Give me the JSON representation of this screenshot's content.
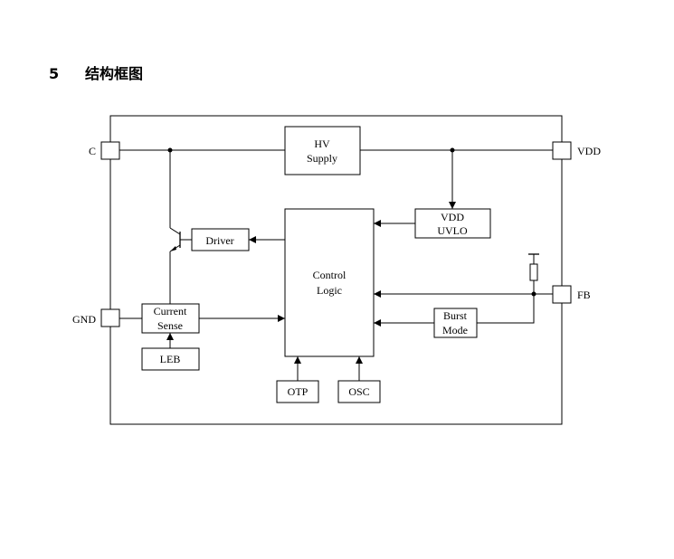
{
  "section": {
    "number": "5",
    "title": "结构框图"
  },
  "pins": {
    "c": "C",
    "vdd": "VDD",
    "gnd": "GND",
    "fb": "FB"
  },
  "blocks": {
    "hv_supply": [
      "HV",
      "Supply"
    ],
    "vdd_uvlo": [
      "VDD",
      "UVLO"
    ],
    "driver": "Driver",
    "control_logic": [
      "Control",
      "Logic"
    ],
    "current_sense": [
      "Current",
      "Sense"
    ],
    "leb": "LEB",
    "burst_mode": [
      "Burst",
      "Mode"
    ],
    "otp": "OTP",
    "osc": "OSC"
  }
}
